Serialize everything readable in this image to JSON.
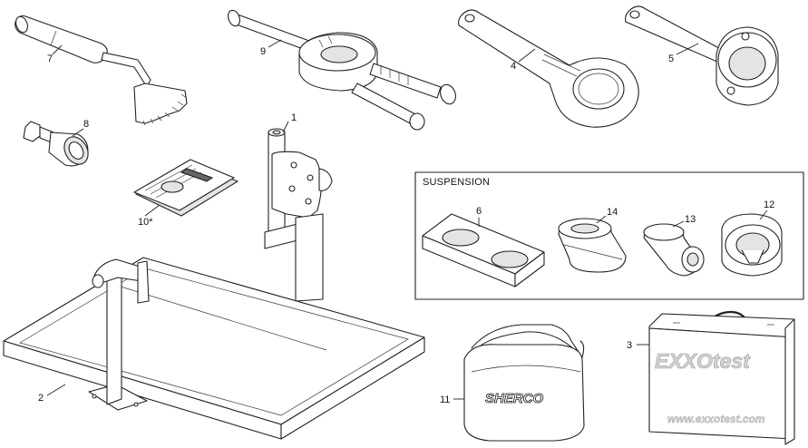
{
  "callouts": {
    "c1": "1",
    "c2": "2",
    "c3": "3",
    "c4": "4",
    "c5": "5",
    "c6": "6",
    "c7": "7",
    "c8": "8",
    "c9": "9",
    "c10": "10*",
    "c11": "11",
    "c12": "12",
    "c13": "13",
    "c14": "14"
  },
  "suspension_box": {
    "title": "SUSPENSION"
  },
  "branding": {
    "bag_logo": "SHERCO",
    "case_logo": "EXXOtest",
    "case_url": "www.exxotest.com"
  }
}
